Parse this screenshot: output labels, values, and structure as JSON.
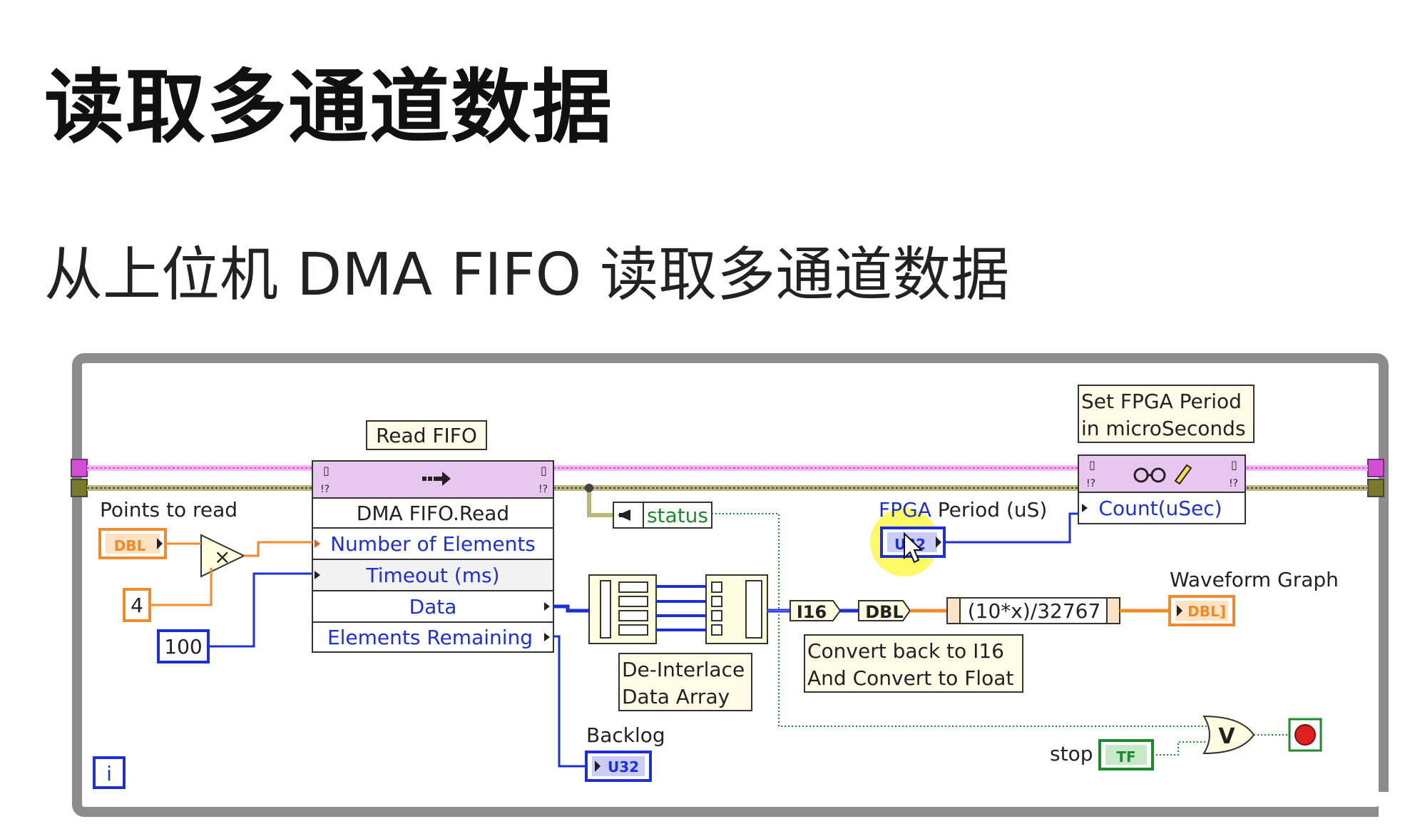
{
  "title": "读取多通道数据",
  "subtitle": "从上位机 DMA FIFO 读取多通道数据",
  "diagram": {
    "loop_iteration": "i",
    "read_fifo_label": "Read FIFO",
    "fifo_node": {
      "header_icon": "arrow-icon",
      "name": "DMA FIFO.Read",
      "terminals": [
        "Number of Elements",
        "Timeout (ms)",
        "Data",
        "Elements Remaining"
      ]
    },
    "points_to_read": {
      "label": "Points to read",
      "type": "DBL"
    },
    "multiply_symbol": "×",
    "const_4": "4",
    "const_100": "100",
    "status_label": "status",
    "deinterlace_label_1": "De-Interlace",
    "deinterlace_label_2": "Data Array",
    "convert_i16": "I16",
    "convert_dbl": "DBL",
    "formula": "(10*x)/32767",
    "convert_note_1": "Convert back to I16",
    "convert_note_2": "And Convert to Float",
    "waveform_graph": {
      "label": "Waveform Graph",
      "type": "DBL]"
    },
    "fpga_period": {
      "label_part1": "FPGA",
      "label_part2": " Period (uS)",
      "type": "U32"
    },
    "set_period_note_1": "Set FPGA Period",
    "set_period_note_2": "in microSeconds",
    "property_node_item": "Count(uSec)",
    "backlog": {
      "label": "Backlog",
      "type": "U32"
    },
    "stop": {
      "label": "stop",
      "type": "TF"
    },
    "or_symbol": "V",
    "colors": {
      "error_wire": "#d27dff",
      "refnum_wire": "#7a7a2a",
      "blue_wire": "#1e2fd6",
      "orange_wire": "#f08a2c",
      "green_wire": "#1e8a2e",
      "loop_border": "#8c8c8c"
    }
  }
}
